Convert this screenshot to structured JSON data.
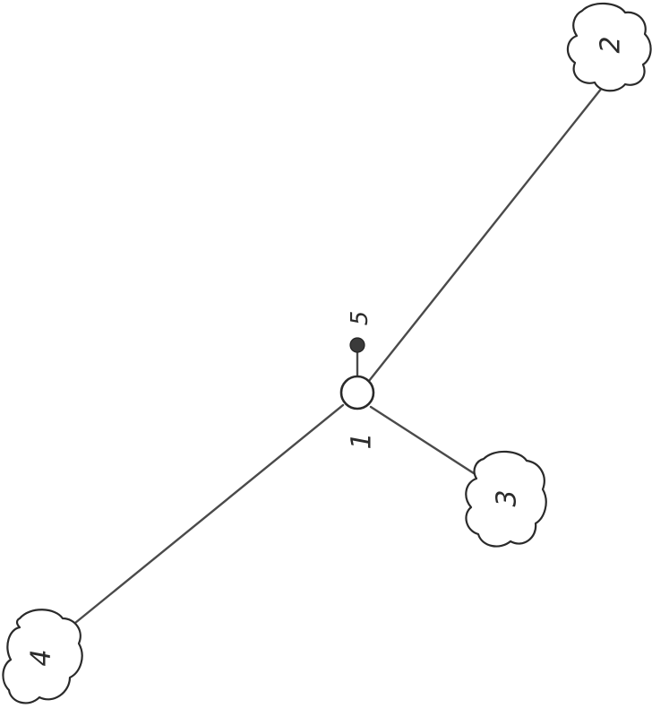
{
  "diagram": {
    "nodes": [
      {
        "id": "n1",
        "label": "1",
        "kind": "hollow-circle"
      },
      {
        "id": "n2",
        "label": "2",
        "kind": "cloud"
      },
      {
        "id": "n3",
        "label": "3",
        "kind": "cloud"
      },
      {
        "id": "n4",
        "label": "4",
        "kind": "cloud"
      },
      {
        "id": "n5",
        "label": "5",
        "kind": "filled-dot"
      }
    ],
    "edges": [
      {
        "from": "n1",
        "to": "n2"
      },
      {
        "from": "n1",
        "to": "n3"
      },
      {
        "from": "n1",
        "to": "n4"
      },
      {
        "from": "n1",
        "to": "n5"
      }
    ],
    "colors": {
      "line": "#4a4a4a",
      "outline": "#2a2a2a",
      "dot_fill": "#3a3a3a"
    }
  }
}
